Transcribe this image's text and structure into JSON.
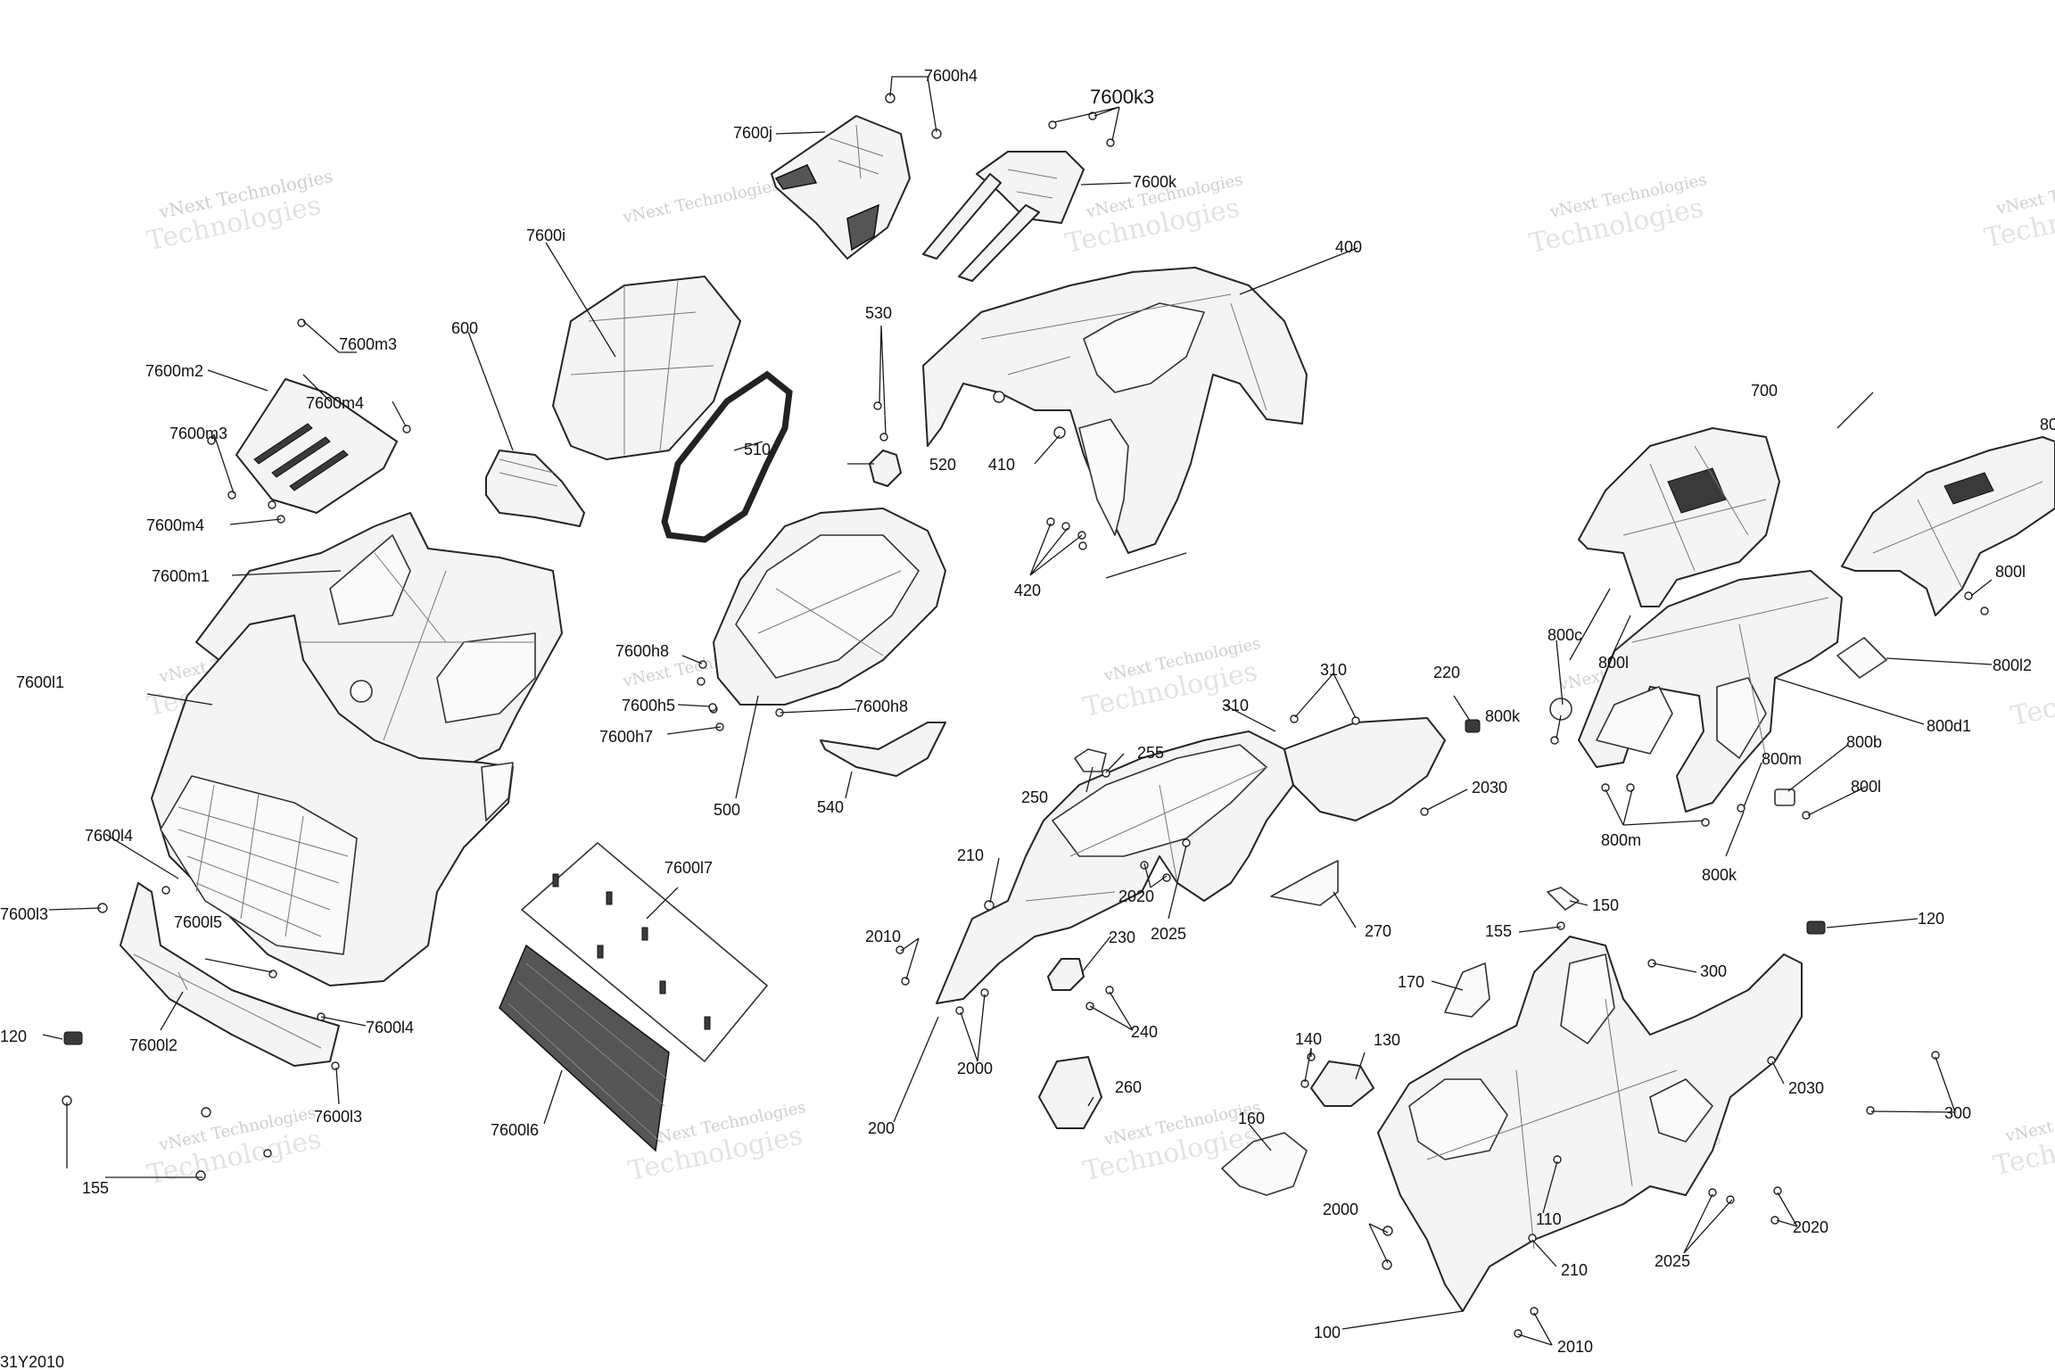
{
  "diagram": {
    "code": "31Y2010",
    "watermark": {
      "line1": "vNext Technologies",
      "line2": "Technologies",
      "line3": "vNext"
    },
    "labels": {
      "7600h4": "7600h4",
      "7600k3": "7600k3",
      "7600j": "7600j",
      "7600k": "7600k",
      "7600i": "7600i",
      "400": "400",
      "530": "530",
      "600": "600",
      "7600m3_top": "7600m3",
      "7600m2": "7600m2",
      "7600m4_top": "7600m4",
      "7600m3_left": "7600m3",
      "510": "510",
      "520": "520",
      "410": "410",
      "7600m4_bottom": "7600m4",
      "420": "420",
      "7600m1": "7600m1",
      "700": "700",
      "80x": "80",
      "800l_top": "800l",
      "7600h8_top": "7600h8",
      "800c": "800c",
      "800l_mid": "800l",
      "800l2": "800l2",
      "7600l1": "7600l1",
      "310_top": "310",
      "220": "220",
      "7600h5": "7600h5",
      "7600h8_bottom": "7600h8",
      "310_side": "310",
      "800k_top": "800k",
      "800d1": "800d1",
      "7600h7": "7600h7",
      "255": "255",
      "2030_top": "2030",
      "800m_top": "800m",
      "800b": "800b",
      "250": "250",
      "800l_bottom": "800l",
      "500": "500",
      "540": "540",
      "800m_bottom": "800m",
      "7600l4_top": "7600l4",
      "7600l7": "7600l7",
      "210_top": "210",
      "800k_bottom": "800k",
      "2020_mid": "2020",
      "150": "150",
      "7600l3_left": "7600l3",
      "7600l5": "7600l5",
      "2025_mid": "2025",
      "270": "270",
      "120_right": "120",
      "2010_left": "2010",
      "230": "230",
      "155_mid": "155",
      "300_top": "300",
      "7600l4_bottom": "7600l4",
      "120_left": "120",
      "7600l2": "7600l2",
      "170": "170",
      "240": "240",
      "140": "140",
      "130": "130",
      "2000_mid": "2000",
      "2030_bottom": "2030",
      "300_bottom": "300",
      "7600l3_bottom": "7600l3",
      "260": "260",
      "160": "160",
      "200": "200",
      "7600l6": "7600l6",
      "155_bottom": "155",
      "110": "110",
      "2000_bottom": "2000",
      "2020_bottom": "2020",
      "2025_bottom": "2025",
      "210_bottom": "210",
      "100": "100",
      "2010_bottom": "2010"
    }
  }
}
